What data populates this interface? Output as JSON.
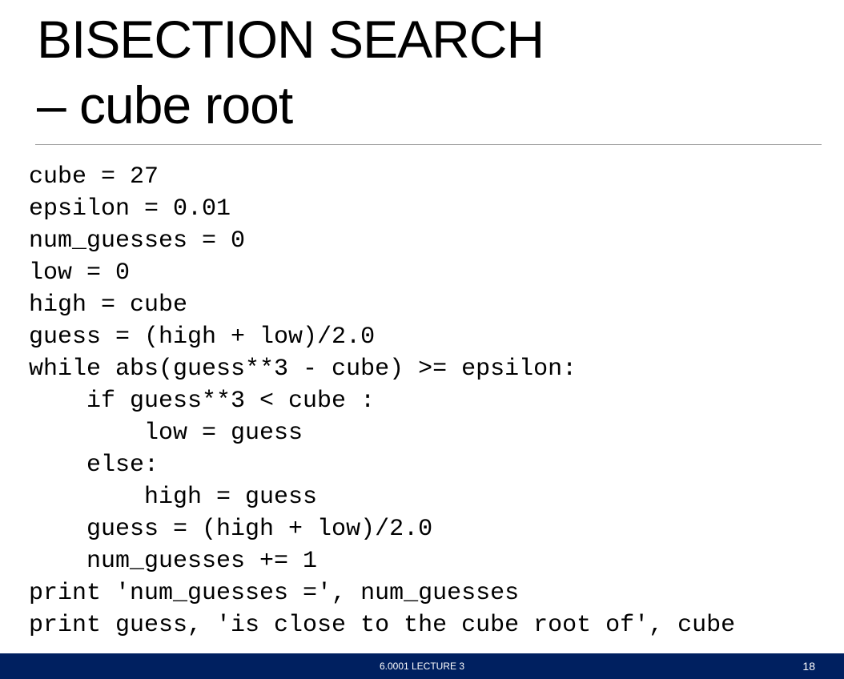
{
  "slide": {
    "title_line1": "BISECTION SEARCH",
    "title_line2": "– cube root",
    "code_lines": [
      "cube = 27",
      "epsilon = 0.01",
      "num_guesses = 0",
      "low = 0",
      "high = cube",
      "guess = (high + low)/2.0",
      "while abs(guess**3 - cube) >= epsilon:",
      "    if guess**3 < cube :",
      "        low = guess",
      "    else:",
      "        high = guess",
      "    guess = (high + low)/2.0",
      "    num_guesses += 1",
      "print 'num_guesses =', num_guesses",
      "print guess, 'is close to the cube root of', cube"
    ]
  },
  "footer": {
    "course_label": "6.0001 LECTURE 3",
    "page_number": "18"
  },
  "colors": {
    "footer_background": "#002060",
    "rule": "#a6a6a6"
  }
}
